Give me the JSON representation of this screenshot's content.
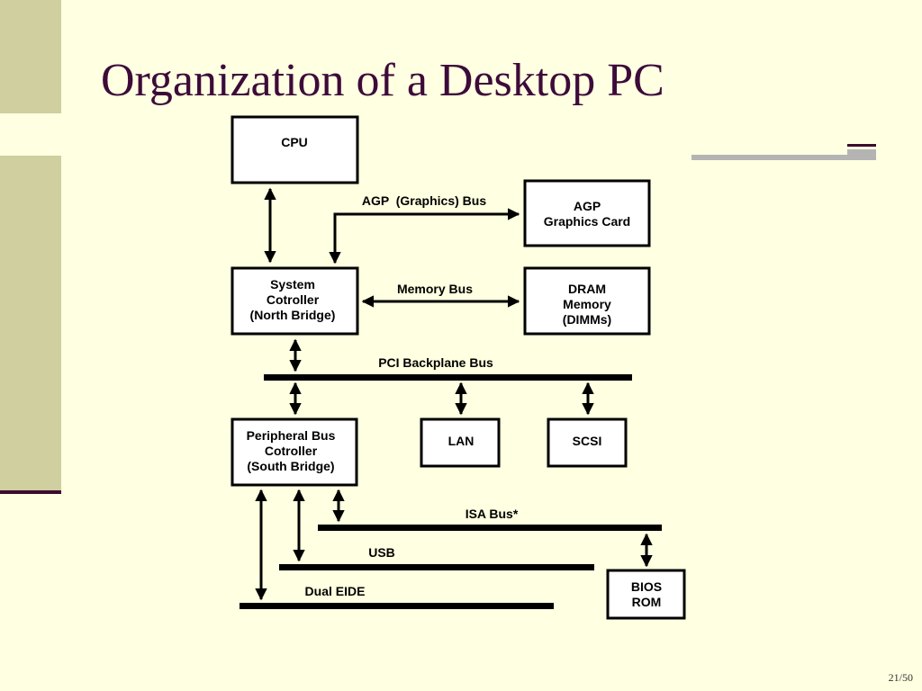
{
  "slide": {
    "title": "Organization of a Desktop PC",
    "page_number": "21/50"
  },
  "diagram": {
    "cpu": "CPU",
    "agp_card": [
      "AGP",
      "Graphics Card"
    ],
    "north_bridge": [
      "System",
      "Cotroller",
      "(North Bridge)"
    ],
    "dram": [
      "DRAM",
      "Memory",
      "(DIMMs)"
    ],
    "south_bridge": [
      "Peripheral Bus",
      "Cotroller",
      "(South Bridge)"
    ],
    "lan": "LAN",
    "scsi": "SCSI",
    "bios": [
      "BIOS",
      "ROM"
    ],
    "agp_bus_label": "AGP  (Graphics) Bus",
    "memory_bus_label": "Memory Bus",
    "pci_bus_label": "PCI Backplane Bus",
    "isa_bus_label": "ISA Bus*",
    "usb_label": "USB",
    "eide_label": "Dual EIDE"
  }
}
